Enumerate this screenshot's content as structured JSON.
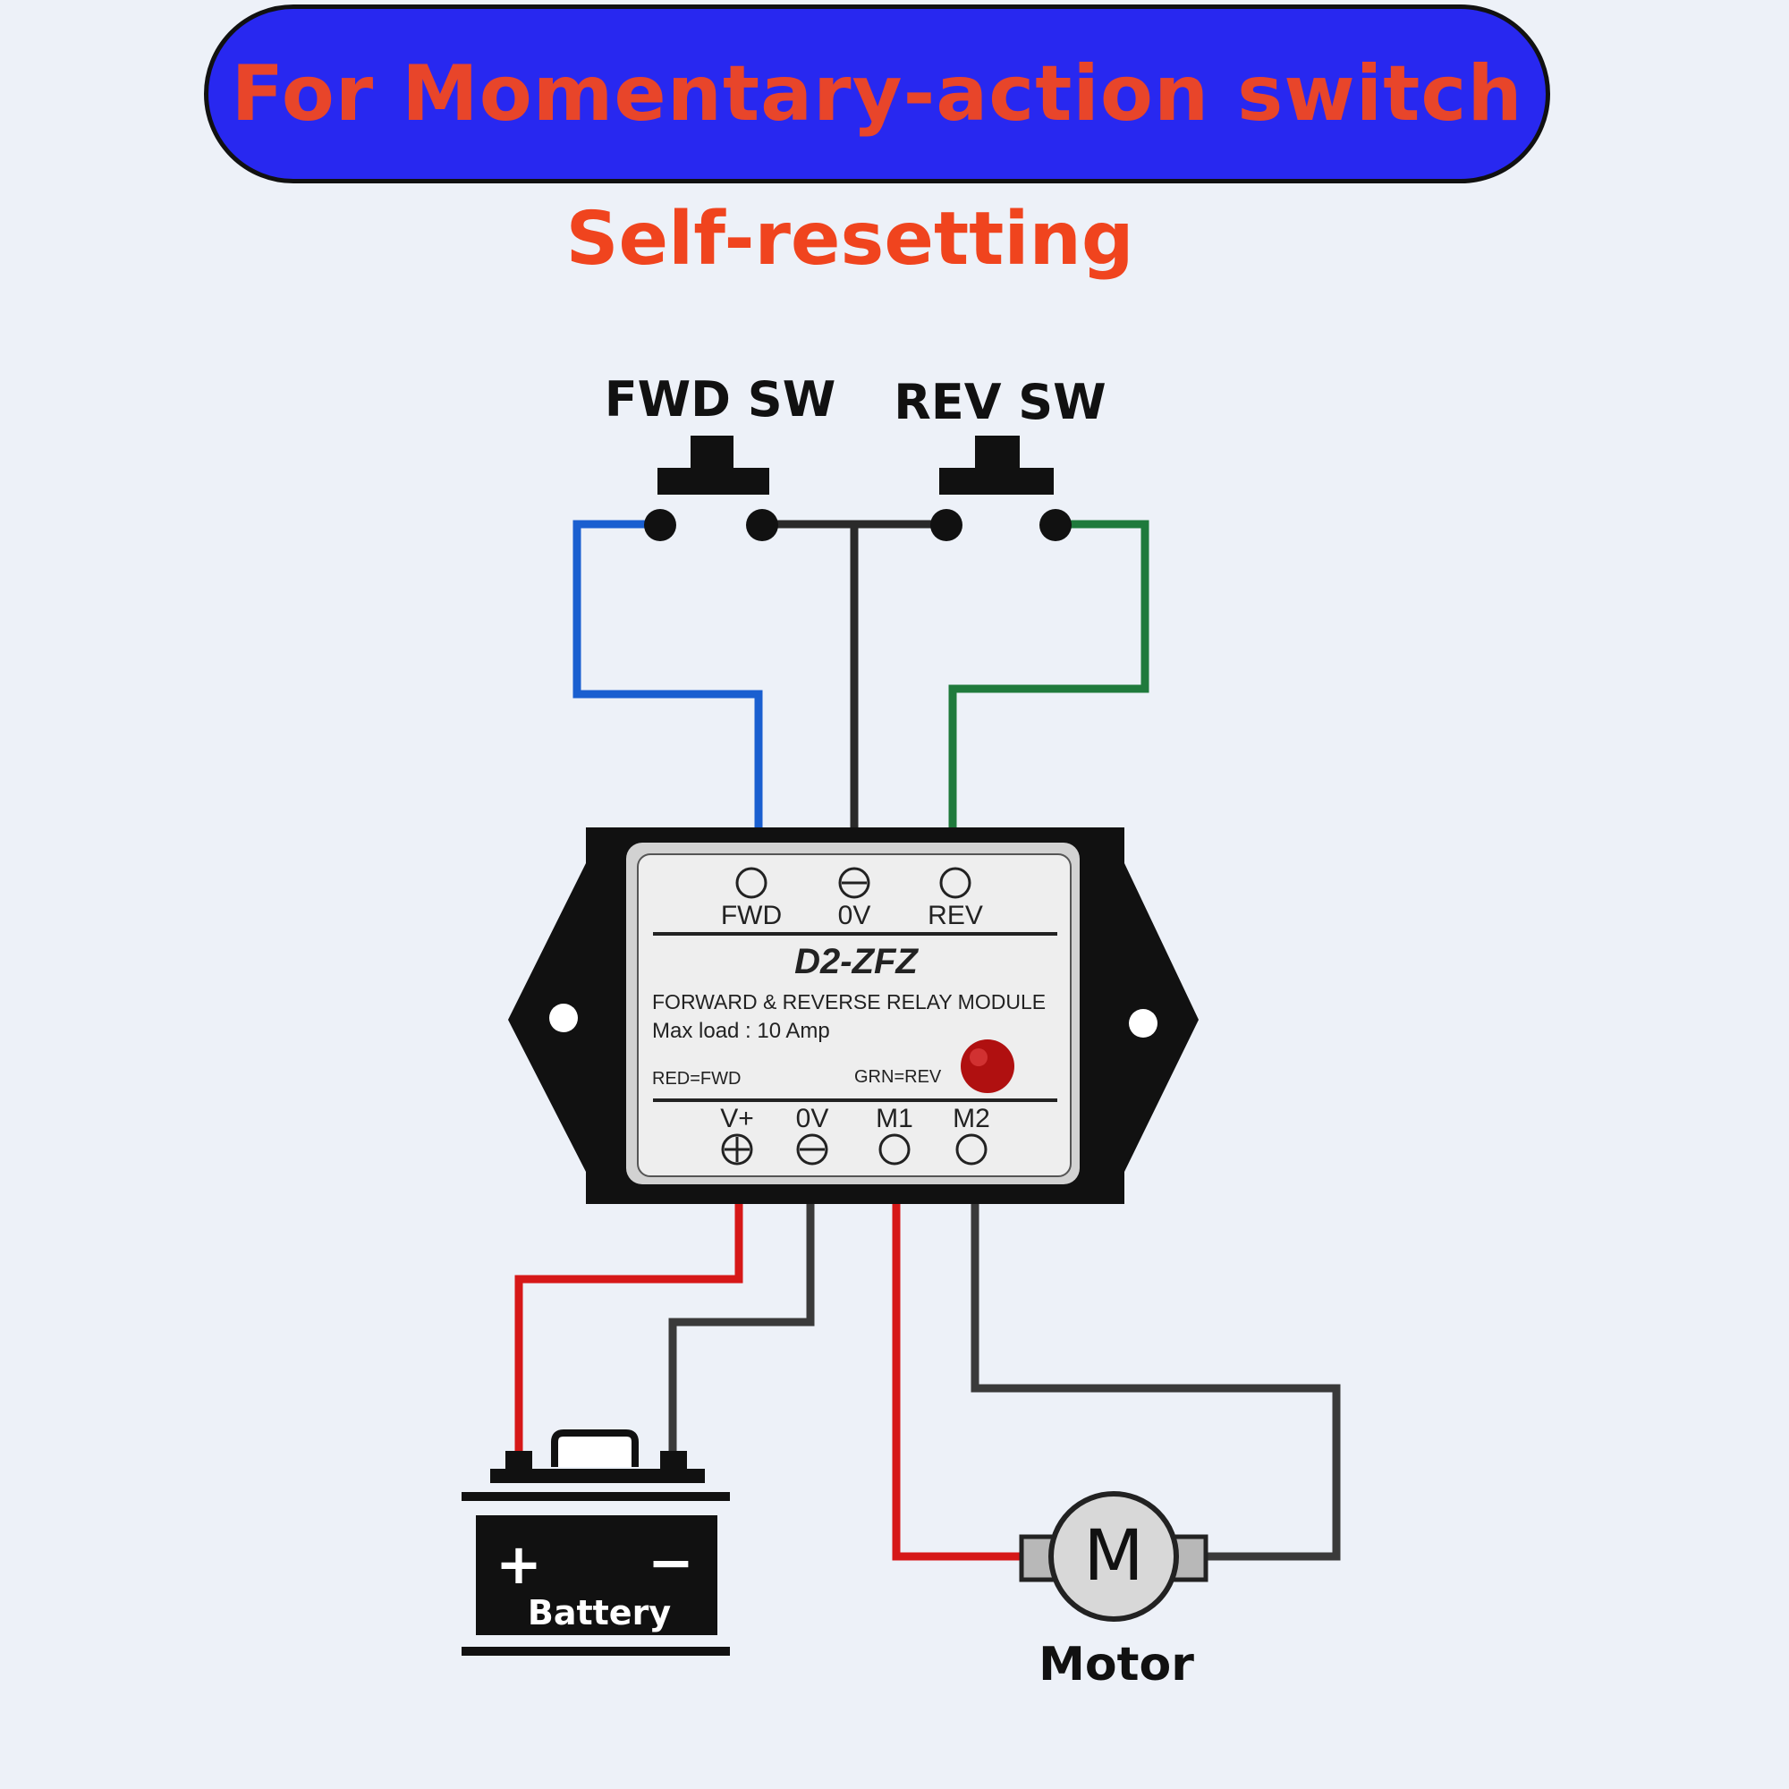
{
  "banner": {
    "title": "For Momentary-action switch"
  },
  "subtitle": "Self-resetting",
  "switches": {
    "fwd_label": "FWD SW",
    "rev_label": "REV SW"
  },
  "module": {
    "top_terminals": [
      "FWD",
      "0V",
      "REV"
    ],
    "model": "D2-ZFZ",
    "description": "FORWARD & REVERSE RELAY MODULE",
    "max_load": "Max load : 10 Amp",
    "led_red_legend": "RED=FWD",
    "led_green_legend": "GRN=REV",
    "bottom_terminals": [
      "V+",
      "0V",
      "M1",
      "M2"
    ]
  },
  "battery": {
    "plus": "+",
    "minus": "−",
    "label": "Battery"
  },
  "motor": {
    "symbol": "M",
    "label": "Motor"
  },
  "wire_colors": {
    "fwd": "#1a5fd0",
    "common": "#2a2a2a",
    "rev": "#1f7a3c",
    "positive": "#d61818",
    "negative": "#3a3a3a"
  }
}
